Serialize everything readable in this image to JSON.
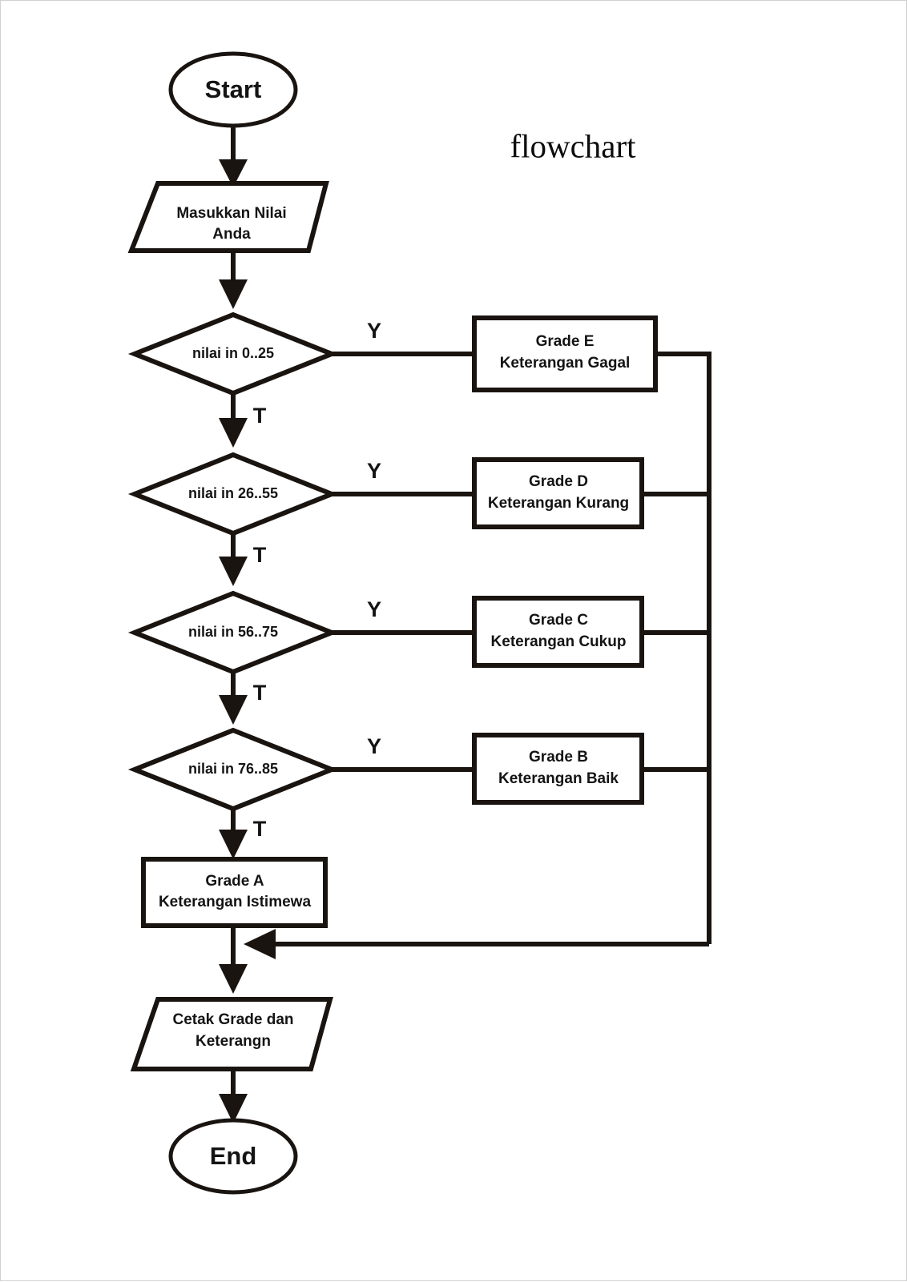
{
  "title": "flowchart",
  "nodes": {
    "start": {
      "label": "Start",
      "shape": "terminator"
    },
    "input": {
      "line1": "Masukkan Nilai",
      "line2": "Anda",
      "shape": "parallelogram"
    },
    "decision1": {
      "label": "nilai in 0..25",
      "shape": "diamond"
    },
    "decision2": {
      "label": "nilai in 26..55",
      "shape": "diamond"
    },
    "decision3": {
      "label": "nilai in 56..75",
      "shape": "diamond"
    },
    "decision4": {
      "label": "nilai in 76..85",
      "shape": "diamond"
    },
    "gradeE": {
      "line1": "Grade E",
      "line2": "Keterangan Gagal",
      "shape": "process"
    },
    "gradeD": {
      "line1": "Grade D",
      "line2": "Keterangan Kurang",
      "shape": "process"
    },
    "gradeC": {
      "line1": "Grade C",
      "line2": "Keterangan Cukup",
      "shape": "process"
    },
    "gradeB": {
      "line1": "Grade B",
      "line2": "Keterangan Baik",
      "shape": "process"
    },
    "gradeA": {
      "line1": "Grade A",
      "line2": "Keterangan Istimewa",
      "shape": "process"
    },
    "output": {
      "line1": "Cetak Grade dan",
      "line2": "Keterangn",
      "shape": "parallelogram"
    },
    "end": {
      "label": "End",
      "shape": "terminator"
    }
  },
  "branch_labels": {
    "yes1": "Y",
    "no1": "T",
    "yes2": "Y",
    "no2": "T",
    "yes3": "Y",
    "no3": "T",
    "yes4": "Y",
    "no4": "T"
  },
  "colors": {
    "stroke": "#1a1410",
    "fill": "#ffffff",
    "text": "#141414",
    "page_border": "#d0d0d0"
  }
}
